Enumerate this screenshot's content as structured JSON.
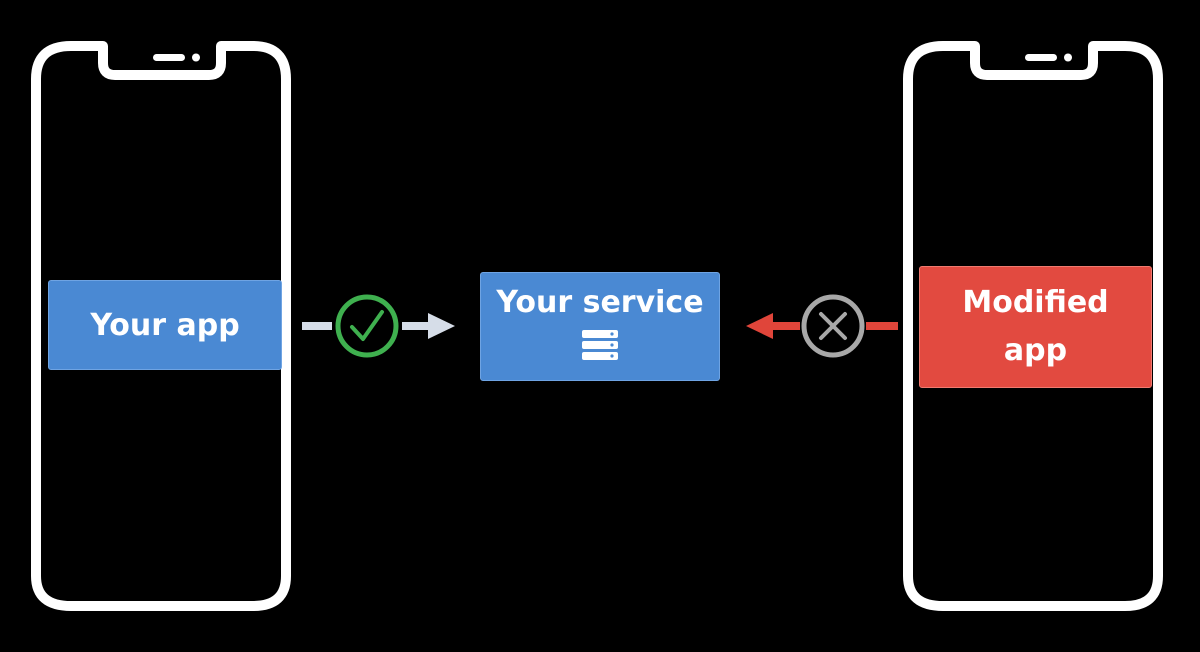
{
  "nodes": {
    "your_app": {
      "label": "Your app"
    },
    "your_service": {
      "label": "Your service",
      "icon": "server-icon"
    },
    "modified_app": {
      "label_line1": "Modified",
      "label_line2": "app"
    }
  },
  "edges": [
    {
      "from": "your_app",
      "to": "your_service",
      "status": "allowed",
      "icon": "check-icon"
    },
    {
      "from": "modified_app",
      "to": "your_service",
      "status": "blocked",
      "icon": "x-icon"
    }
  ],
  "colors": {
    "background": "#000000",
    "phone_outline": "#ffffff",
    "blue_box": "#4a89d3",
    "red_box": "#e24a40",
    "allowed_arrow": "#d6dde8",
    "blocked_arrow": "#e0453a",
    "check_green": "#3fb04f",
    "x_gray": "#a8a8a8"
  }
}
